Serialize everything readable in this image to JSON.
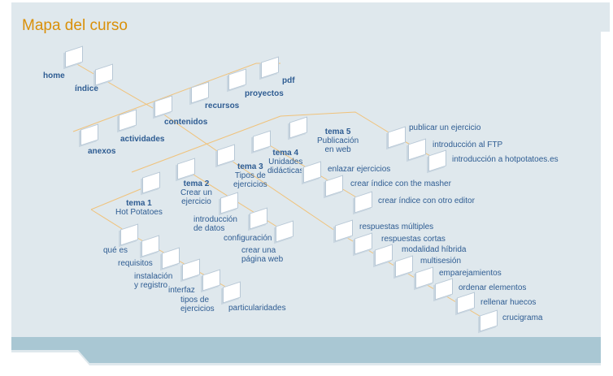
{
  "title": "Mapa del curso",
  "nodes": {
    "home": "home",
    "indice": "índice",
    "pdf": "pdf",
    "proyectos": "proyectos",
    "recursos": "recursos",
    "contenidos": "contenidos",
    "actividades": "actividades",
    "anexos": "anexos",
    "tema1": [
      "tema 1",
      "Hot Potatoes"
    ],
    "tema2": [
      "tema 2",
      "Crear un",
      "ejercicio"
    ],
    "tema3": [
      "tema 3",
      "Tipos de",
      "ejercicios"
    ],
    "tema4": [
      "tema 4",
      "Unidades",
      "didácticas"
    ],
    "tema5": [
      "tema 5",
      "Publicación",
      "en web"
    ],
    "que_es": "qué es",
    "requisitos": "requisitos",
    "instalacion": [
      "instalación",
      "y registro"
    ],
    "interfaz": "interfaz",
    "tipos": [
      "tipos de",
      "ejercicios"
    ],
    "particularidades": "particularidades",
    "intro_datos": [
      "introducción",
      "de datos"
    ],
    "configuracion": "configuración",
    "crear_pagina": [
      "crear una",
      "página web"
    ],
    "enlazar": "enlazar ejercicios",
    "masher": "crear índice con the masher",
    "otro_editor": "crear índice con otro editor",
    "publicar": "publicar un ejercicio",
    "ftp": "introducción al FTP",
    "hotpot": "introducción a hotpotatoes.es",
    "multiples": "respuestas múltiples",
    "cortas": "respuestas cortas",
    "hibrida": "modalidad híbrida",
    "multisesion": "multisesión",
    "emparejamientos": "emparejamientos",
    "ordenar": "ordenar elementos",
    "rellenar": "rellenar huecos",
    "crucigrama": "crucigrama"
  }
}
